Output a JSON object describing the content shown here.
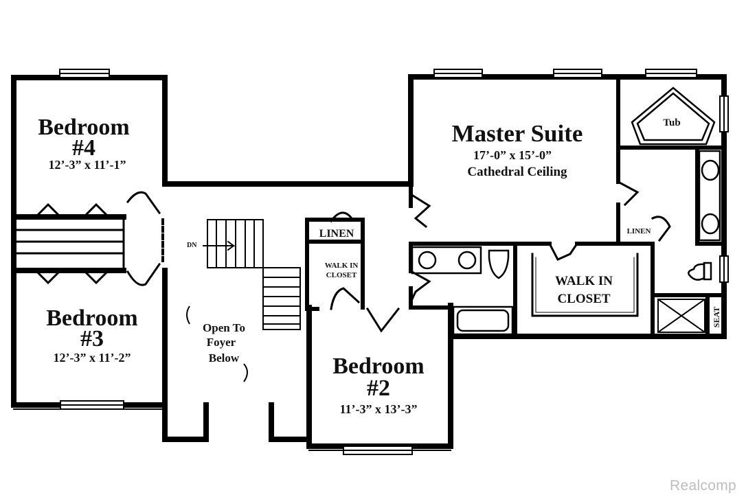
{
  "rooms": {
    "bedroom4": {
      "name1": "Bedroom",
      "name2": "#4",
      "dims": "12’-3” x 11’-1”"
    },
    "bedroom3": {
      "name1": "Bedroom",
      "name2": "#3",
      "dims": "12’-3” x 11’-2”"
    },
    "bedroom2": {
      "name1": "Bedroom",
      "name2": "#2",
      "dims": "11’-3” x 13’-3”"
    },
    "master": {
      "name": "Master Suite",
      "dims": "17’-0” x 15’-0”",
      "ceiling": "Cathedral Ceiling"
    }
  },
  "labels": {
    "linen_hall": "LINEN",
    "linen_bath": "LINEN",
    "walkin_small_1": "WALK IN",
    "walkin_small_2": "CLOSET",
    "walkin_master_1": "WALK IN",
    "walkin_master_2": "CLOSET",
    "tub": "Tub",
    "seat": "SEAT",
    "stairs_dn": "DN",
    "open_to_1": "Open To",
    "open_to_2": "Foyer",
    "open_to_3": "Below"
  },
  "watermark": "Realcomp"
}
